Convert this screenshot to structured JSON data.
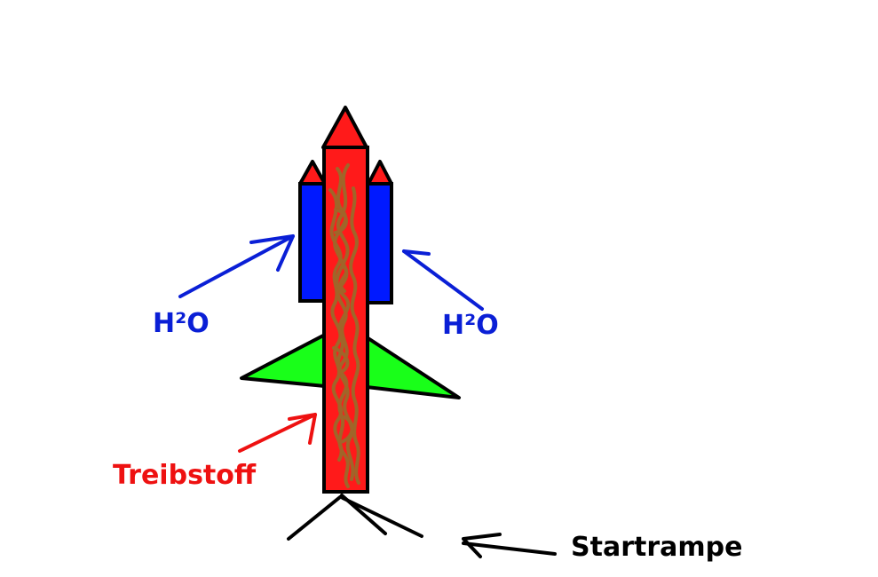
{
  "labels": {
    "water_left": "H²O",
    "water_right": "H²O",
    "fuel": "Treibstoff",
    "launchpad": "Startrampe"
  },
  "colors": {
    "body_red": "#ff1a1a",
    "booster_blue": "#0019ff",
    "wing_green": "#19ff19",
    "fuel_brown": "#9b6a2a",
    "water_label": "#0a1fd6",
    "fuel_label": "#ee1111",
    "launchpad_label": "#000000",
    "outline": "#000000"
  }
}
